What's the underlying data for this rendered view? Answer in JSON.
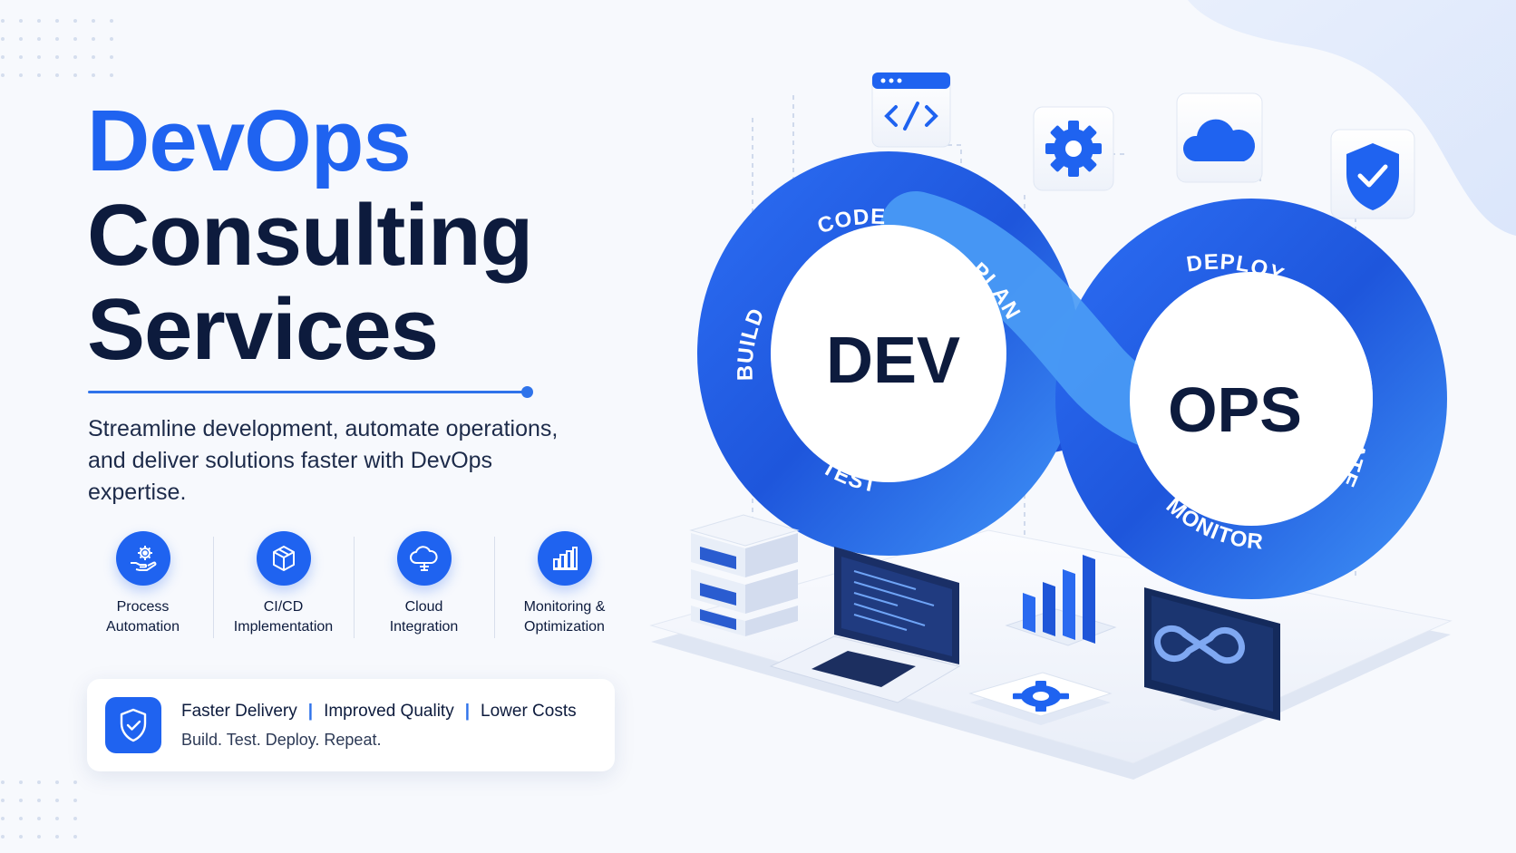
{
  "headline": {
    "line1": "DevOps",
    "line2": "Consulting",
    "line3": "Services"
  },
  "tagline": "Streamline development, automate operations, and deliver solutions faster with DevOps expertise.",
  "features": [
    {
      "label": "Process\nAutomation",
      "icon": "gear-hand-icon"
    },
    {
      "label": "CI/CD\nImplementation",
      "icon": "cube-icon"
    },
    {
      "label": "Cloud\nIntegration",
      "icon": "cloud-icon"
    },
    {
      "label": "Monitoring &\nOptimization",
      "icon": "bar-chart-icon"
    }
  ],
  "benefits": {
    "items": [
      "Faster Delivery",
      "Improved Quality",
      "Lower Costs"
    ],
    "separator": "|",
    "sub": "Build. Test. Deploy. Repeat."
  },
  "loop": {
    "dev": "DEV",
    "ops": "OPS",
    "stages": {
      "code": "CODE",
      "plan": "PLAN",
      "build": "BUILD",
      "test": "TEST",
      "deploy": "DEPLOY",
      "operate": "OPERATE",
      "monitor": "MONITOR"
    }
  },
  "colors": {
    "primary": "#1f63f0",
    "dark": "#0d1b3d",
    "loop_light": "#4a9bf5",
    "loop_dark": "#1c4fd8"
  }
}
